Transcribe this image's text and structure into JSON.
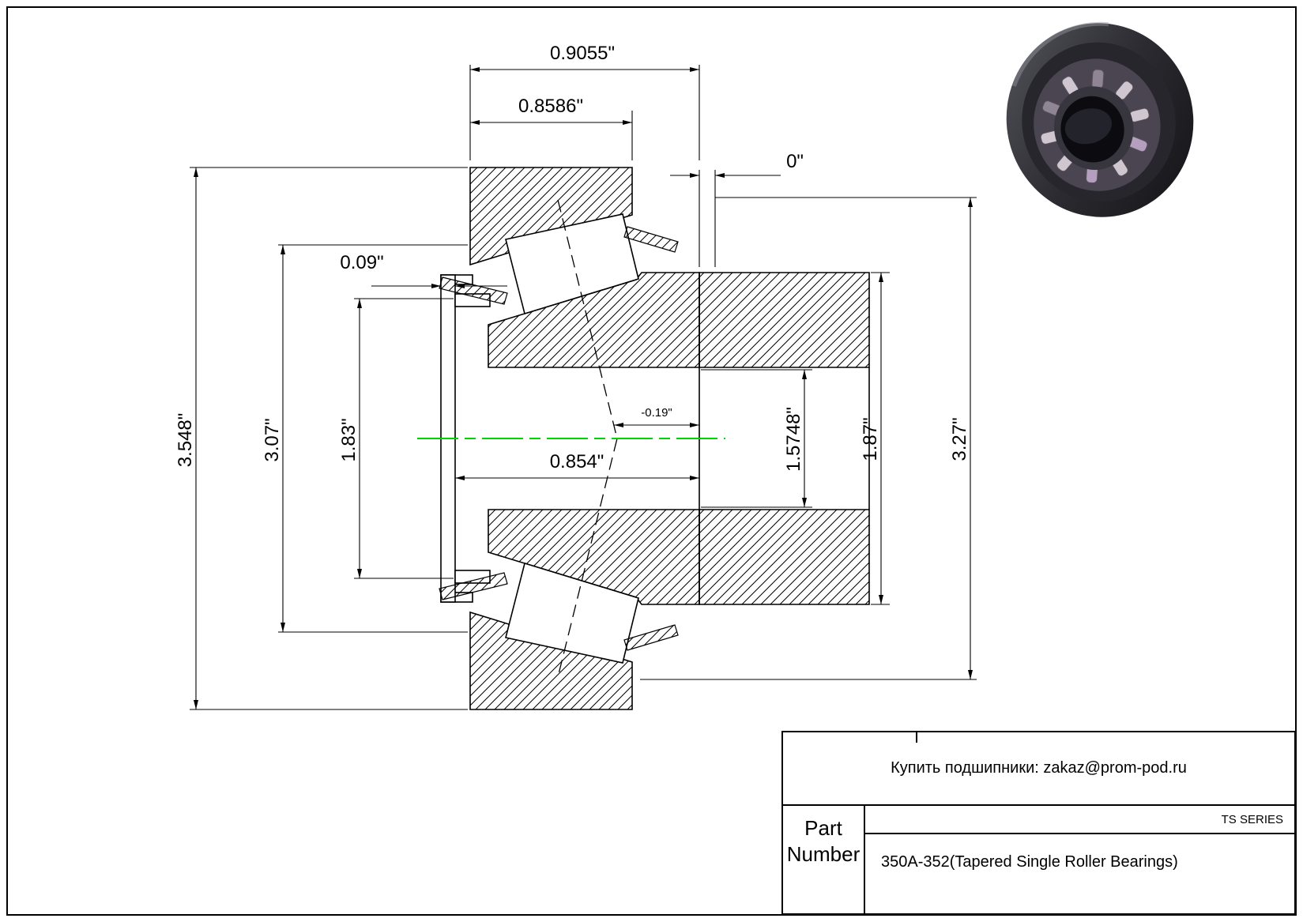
{
  "dimensions": {
    "overall_width": "0.9055\"",
    "cup_width": "0.8586\"",
    "stickout": "0\"",
    "flange_width": "0.09\"",
    "outer_diameter": "3.548\"",
    "mid_diameter": "3.07\"",
    "flange_diameter": "1.83\"",
    "cone_width": "0.854\"",
    "effective_center": "-0.19\"",
    "bore_diameter": "1.5748\"",
    "cup_inner_diameter": "1.87\"",
    "cup_outer_diameter": "3.27\""
  },
  "title_block": {
    "contact": "Купить подшипники: zakaz@prom-pod.ru",
    "series": "TS SERIES",
    "part_label_line1": "Part",
    "part_label_line2": "Number",
    "part_number": "350A-352(Tapered Single Roller Bearings)"
  },
  "colors": {
    "centerline": "#00d400"
  }
}
